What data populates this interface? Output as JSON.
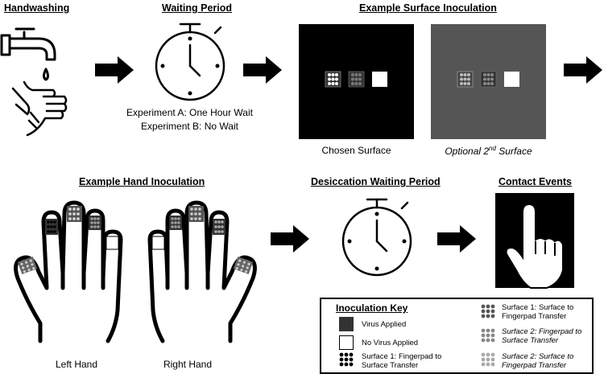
{
  "headings": {
    "handwashing": "Handwashing",
    "waiting_period": "Waiting Period",
    "surface_inoculation": "Example Surface Inoculation",
    "hand_inoculation": "Example Hand Inoculation",
    "desiccation": "Desiccation Waiting Period",
    "contact_events": "Contact Events"
  },
  "waiting": {
    "experiment_a": "Experiment A: One Hour Wait",
    "experiment_b": "Experiment B: No Wait"
  },
  "surfaces": {
    "chosen": "Chosen Surface",
    "optional_prefix": "Optional 2",
    "optional_sup": "nd",
    "optional_suffix": "Surface"
  },
  "hands": {
    "left": "Left Hand",
    "right": "Right Hand"
  },
  "key": {
    "title": "Inoculation Key",
    "virus_applied": "Virus Applied",
    "no_virus": "No Virus Applied",
    "s1_finger_to_surface_l1": "Surface 1: Fingerpad to",
    "s1_finger_to_surface_l2": "Surface Transfer",
    "s1_surface_to_finger_l1": "Surface 1: Surface to",
    "s1_surface_to_finger_l2": "Fingerpad Transfer",
    "s2_finger_to_surface_l1": "Surface 2: Fingerpad to",
    "s2_finger_to_surface_l2": "Surface Transfer",
    "s2_surface_to_finger_l1": "Surface 2: Surface to",
    "s2_surface_to_finger_l2": "Fingerpad Transfer"
  },
  "icons": [
    "faucet-icon",
    "hands-washing-icon",
    "stopwatch-icon",
    "arrow-right-icon",
    "hand-icon",
    "pointing-finger-icon",
    "dot-grid-icon"
  ],
  "colors": {
    "virus": "#333333",
    "surface_dark": "#000000",
    "surface_gray": "#555555",
    "s1_f2s_dots": "#000000",
    "s1_s2f_dots": "#555555",
    "s2_f2s_dots": "#888888",
    "s2_s2f_dots": "#aaaaaa"
  }
}
